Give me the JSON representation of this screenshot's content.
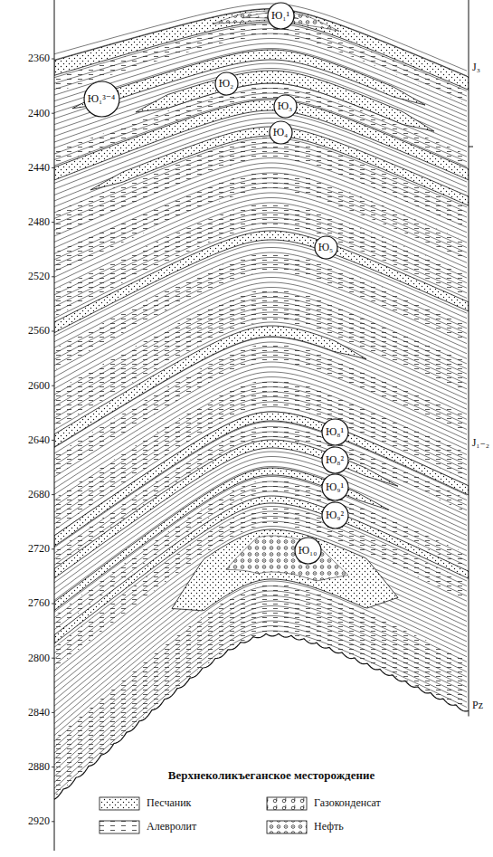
{
  "diagram": {
    "caption": "Верхнеколикъеганское месторождение",
    "nodes": [
      {
        "text": [
          "Ю₁¹"
        ]
      },
      {
        "text": [
          "Ю₁³⁻⁴"
        ]
      },
      {
        "text": [
          "Ю₂"
        ]
      },
      {
        "text": [
          "Ю₃"
        ]
      },
      {
        "text": [
          "Ю₄"
        ]
      },
      {
        "text": [
          "Ю₅"
        ]
      },
      {
        "text": [
          "Ю₈¹"
        ]
      },
      {
        "text": [
          "Ю₈²"
        ]
      },
      {
        "text": [
          "Ю₉¹"
        ]
      },
      {
        "text": [
          "Ю₉²"
        ]
      },
      {
        "text": [
          "Ю₁₀"
        ]
      }
    ],
    "labels": [
      "2360",
      "2400",
      "2440",
      "2480",
      "2520",
      "2560",
      "2600",
      "2640",
      "2680",
      "2720",
      "2760",
      "2800",
      "2840",
      "2880",
      "2920",
      "J₃",
      "J₁₋₂",
      "Pz"
    ],
    "legend": [
      {
        "text": "Песчаник"
      },
      {
        "text": "Газоконденсат"
      },
      {
        "text": "Алевролит"
      },
      {
        "text": "Нефть"
      }
    ]
  }
}
